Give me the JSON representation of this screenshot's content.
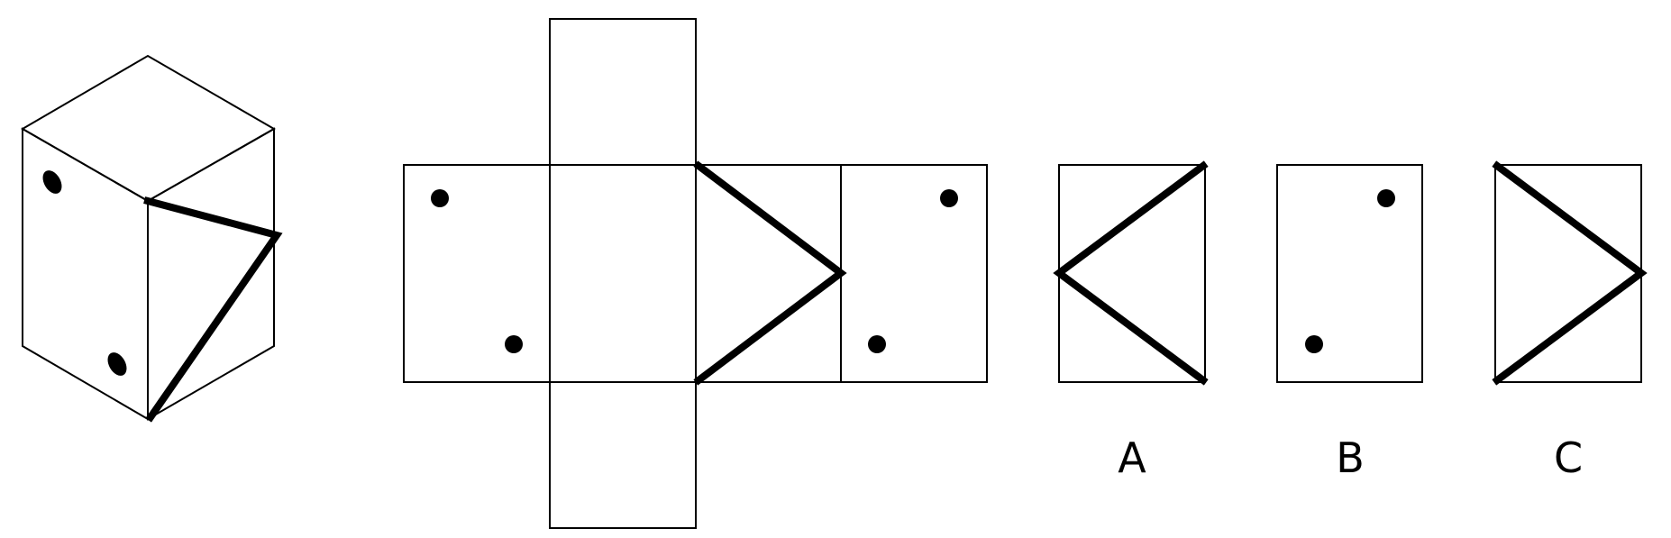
{
  "options": [
    {
      "label": "A"
    },
    {
      "label": "B"
    },
    {
      "label": "C"
    }
  ],
  "colors": {
    "line": "#000000",
    "background": "#ffffff"
  }
}
